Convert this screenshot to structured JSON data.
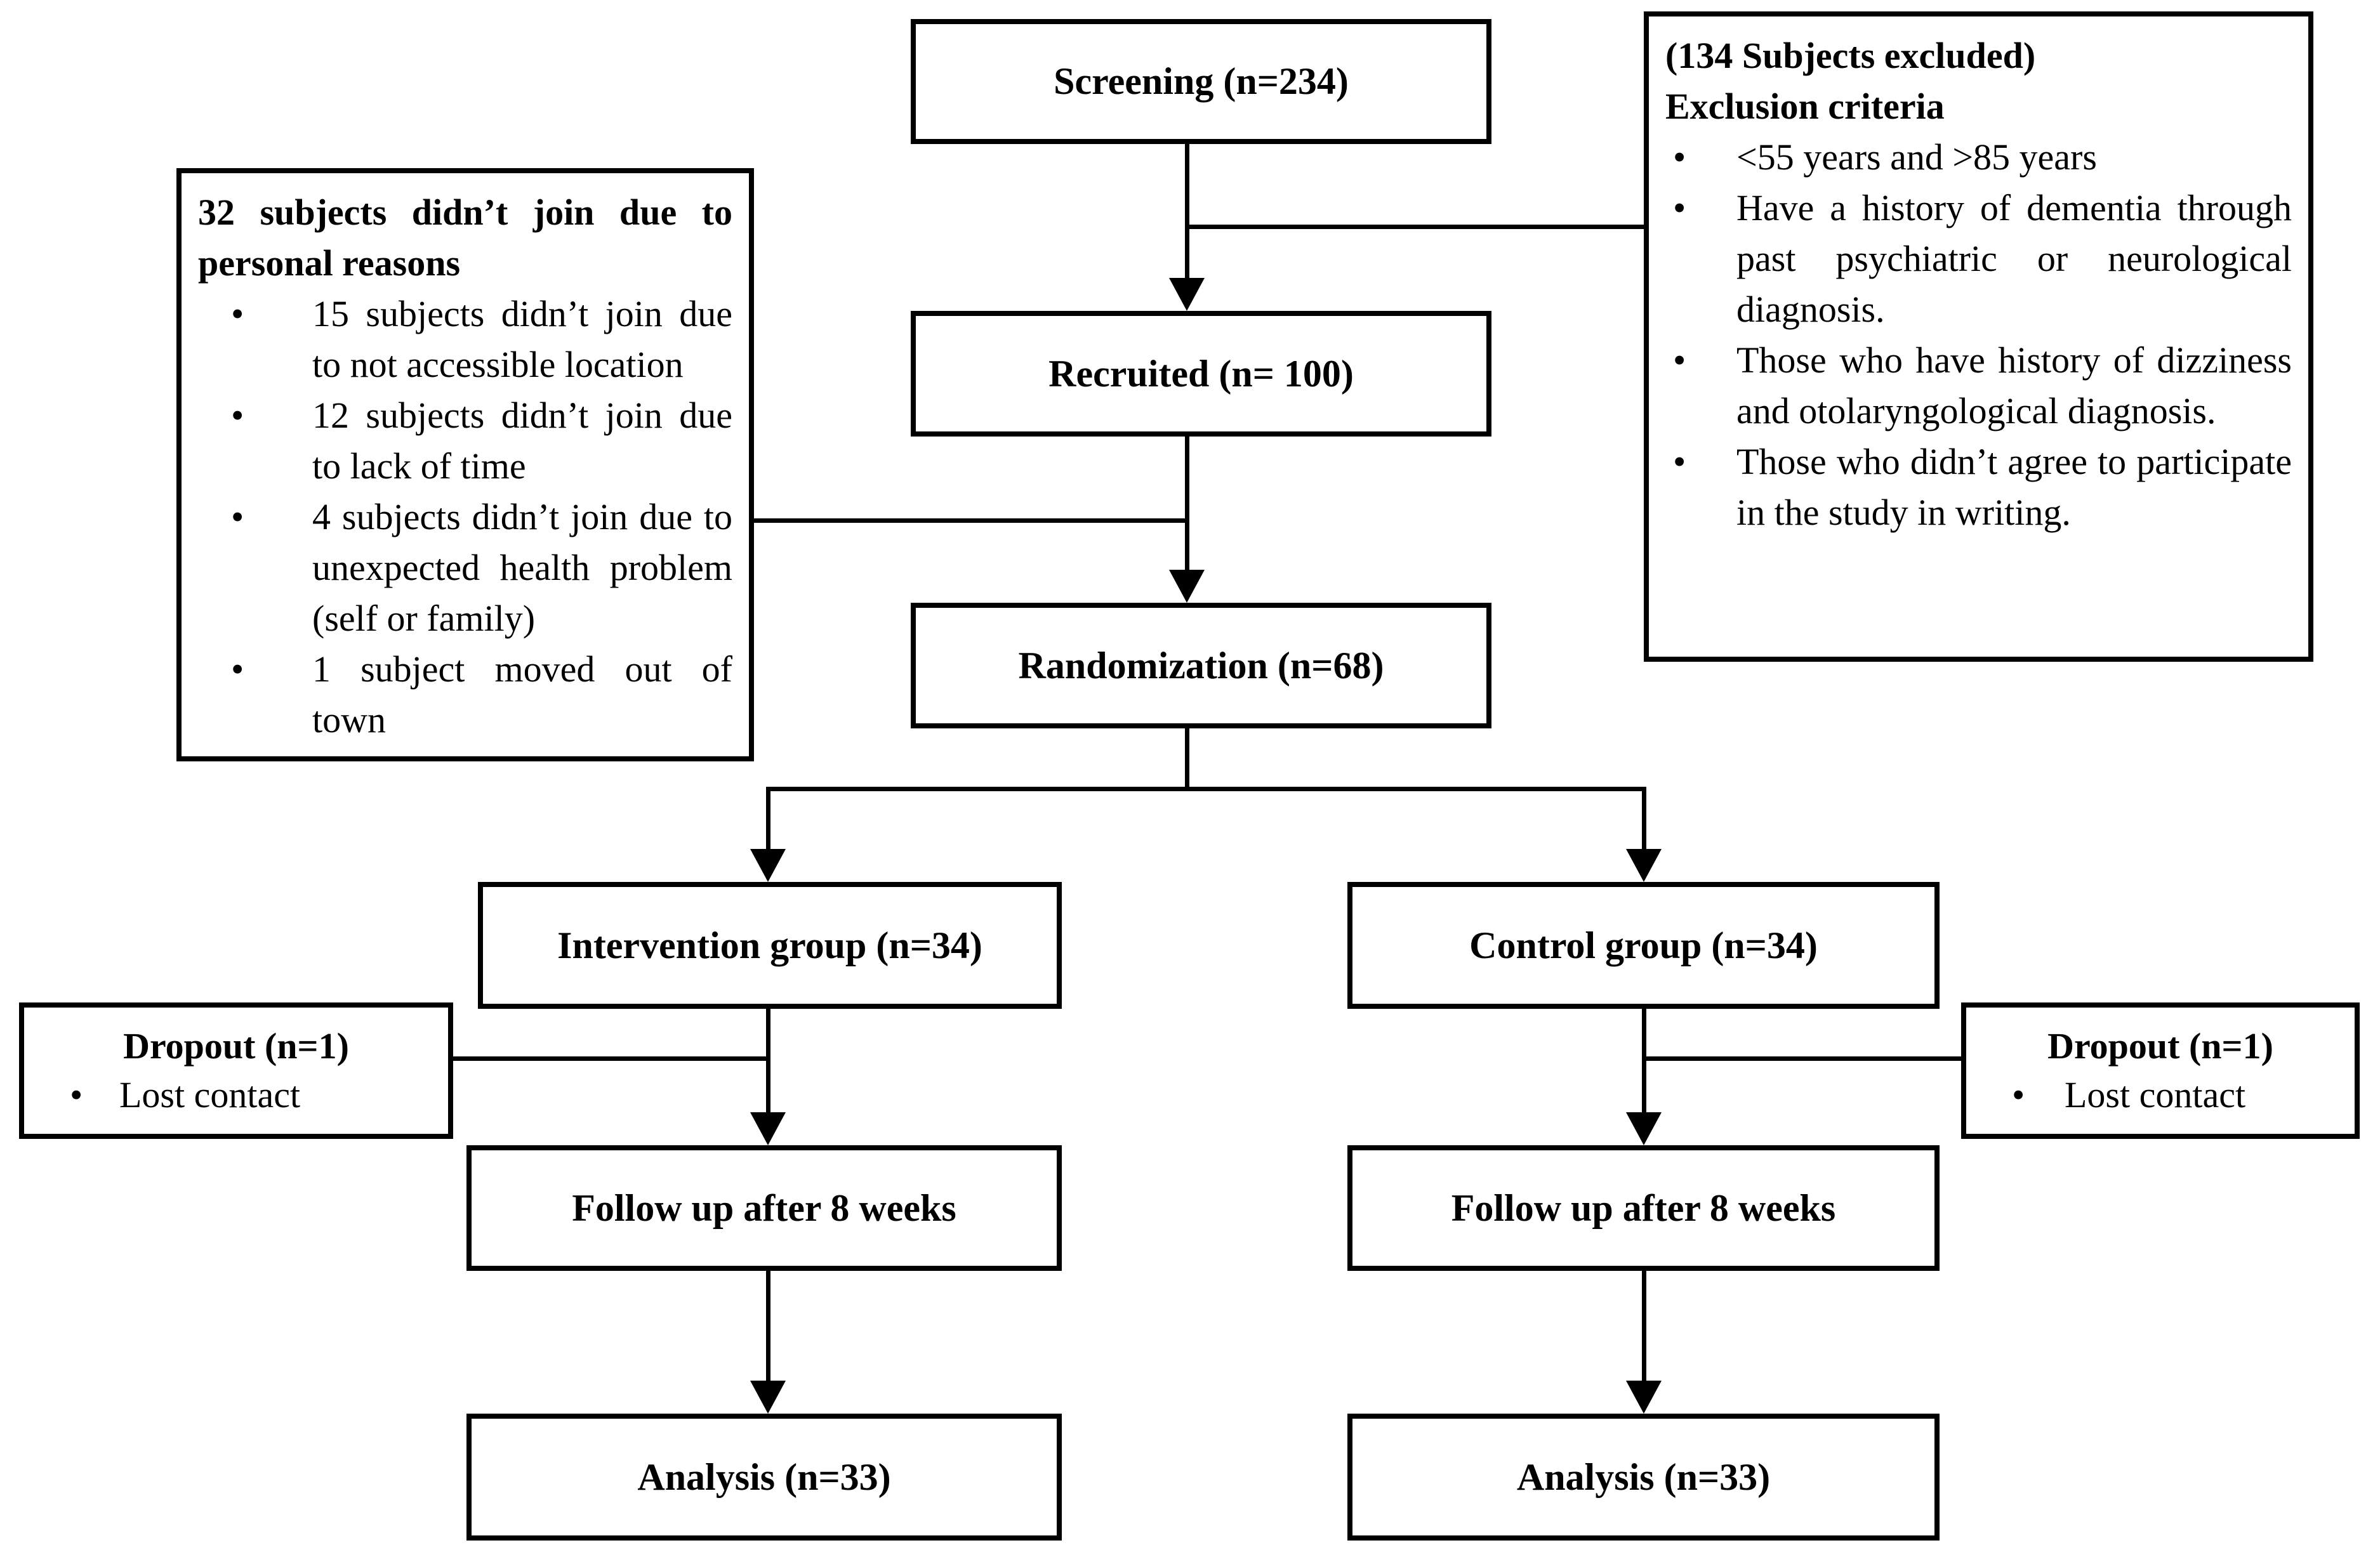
{
  "colors": {
    "background": "#ffffff",
    "line": "#000000",
    "text": "#000000"
  },
  "boxes": {
    "screening": {
      "label": "Screening (n=234)"
    },
    "excluded": {
      "title": "(134 Subjects excluded)",
      "subtitle": "Exclusion criteria",
      "bullets": [
        "<55 years and >85 years",
        "Have a history of dementia through past psychiatric or neurological diagnosis.",
        "Those who have history of dizziness and otolaryngological diagnosis.",
        "Those who didn’t agree to participate in the study in writing."
      ]
    },
    "personal_reasons": {
      "title": "32 subjects didn’t join due to personal reasons",
      "bullets": [
        "15 subjects didn’t join due to not accessible location",
        "12 subjects didn’t join due to lack of time",
        "4 subjects didn’t join due to unexpected health problem (self or family)",
        "1 subject moved out of town"
      ]
    },
    "recruited": {
      "label": "Recruited (n= 100)"
    },
    "randomization": {
      "label": "Randomization (n=68)"
    },
    "intervention": {
      "label": "Intervention group (n=34)"
    },
    "control": {
      "label": "Control group (n=34)"
    },
    "dropout_intervention": {
      "title": "Dropout (n=1)",
      "bullets": [
        "Lost contact"
      ]
    },
    "dropout_control": {
      "title": "Dropout (n=1)",
      "bullets": [
        "Lost contact"
      ]
    },
    "follow_up_intervention": {
      "label": "Follow up after 8 weeks"
    },
    "follow_up_control": {
      "label": "Follow up after 8 weeks"
    },
    "analysis_intervention": {
      "label": "Analysis (n=33)"
    },
    "analysis_control": {
      "label": "Analysis (n=33)"
    }
  }
}
